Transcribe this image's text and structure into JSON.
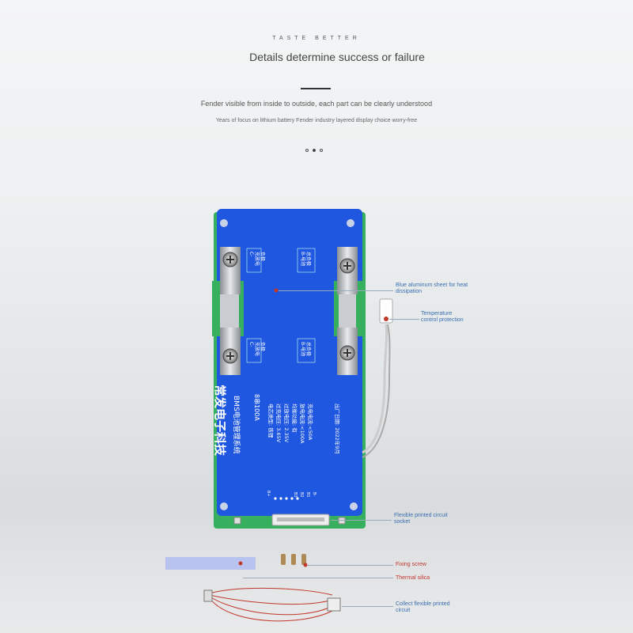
{
  "header": {
    "kicker": "TASTE BETTER",
    "headline": "Details determine success or failure",
    "subtitle": "Fender visible from inside to outside, each part can be clearly understood",
    "tagline": "Years of focus on lithium battery Fender industry layered display choice worry-free"
  },
  "carousel": {
    "count": 3,
    "active_index": 1
  },
  "board": {
    "pad_labels": [
      "C-\n充放电\n负极",
      "B-电池\n总负极",
      "C-\n充放电\n负极",
      "B-电池\n总负极"
    ],
    "brand_cn": "常发电子科技",
    "system_cn": "BMS电池管理系统",
    "model": "8串100A",
    "specs": [
      "电芯类型: 铁锂",
      "过充电压: 3.65V",
      "过放电压: 2.35V",
      "均衡功能: 有",
      "放电电流:<100A",
      "充电电流:<50A"
    ],
    "date": "出厂日期: 2022年9月",
    "pins": [
      "B+",
      "B3",
      "B2",
      "B1",
      "B-"
    ]
  },
  "annotations": {
    "aluminum": "Blue aluminum sheet for heat dissipation",
    "temperature": "Temperature control protection",
    "flex_socket": "Flexible printed circuit socket",
    "fixing_screw": "Fixing screw",
    "thermal_silica": "Thermal silica",
    "collect_flex": "Collect flexible printed circuit"
  },
  "colors": {
    "board_blue": "#1f57e0",
    "pcb_green": "#36b05f",
    "label_blue": "#3a6fb0",
    "accent_red": "#c0392b"
  }
}
